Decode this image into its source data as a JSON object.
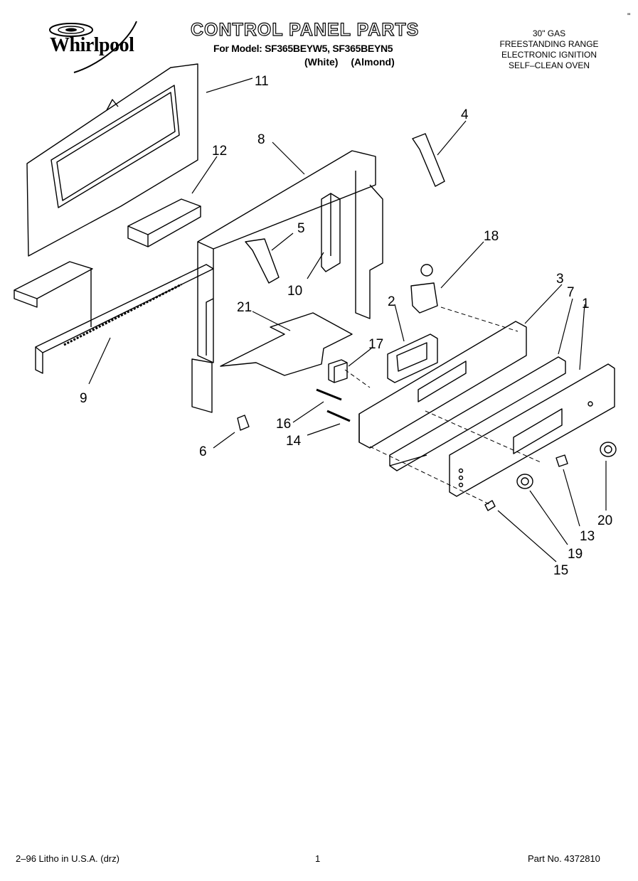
{
  "header": {
    "brand": "Whirlpool",
    "title": "CONTROL PANEL PARTS",
    "models_line": "For Model: SF365BEYW5, SF365BEYN5",
    "colors": [
      "(White)",
      "(Almond)"
    ],
    "spec_lines": [
      "30\" GAS",
      "FREESTANDING RANGE",
      "ELECTRONIC IGNITION",
      "SELF–CLEAN OVEN"
    ],
    "corner_mark": "\""
  },
  "callouts": {
    "c1": "1",
    "c2": "2",
    "c3": "3",
    "c4": "4",
    "c5": "5",
    "c6": "6",
    "c7": "7",
    "c8": "8",
    "c9": "9",
    "c10": "10",
    "c11": "11",
    "c12": "12",
    "c13": "13",
    "c14": "14",
    "c15": "15",
    "c16": "16",
    "c17": "17",
    "c18": "18",
    "c19": "19",
    "c20": "20",
    "c21": "21"
  },
  "footer": {
    "left": "2–96 Litho in U.S.A. (drz)",
    "page": "1",
    "part_no": "Part No. 4372810"
  }
}
